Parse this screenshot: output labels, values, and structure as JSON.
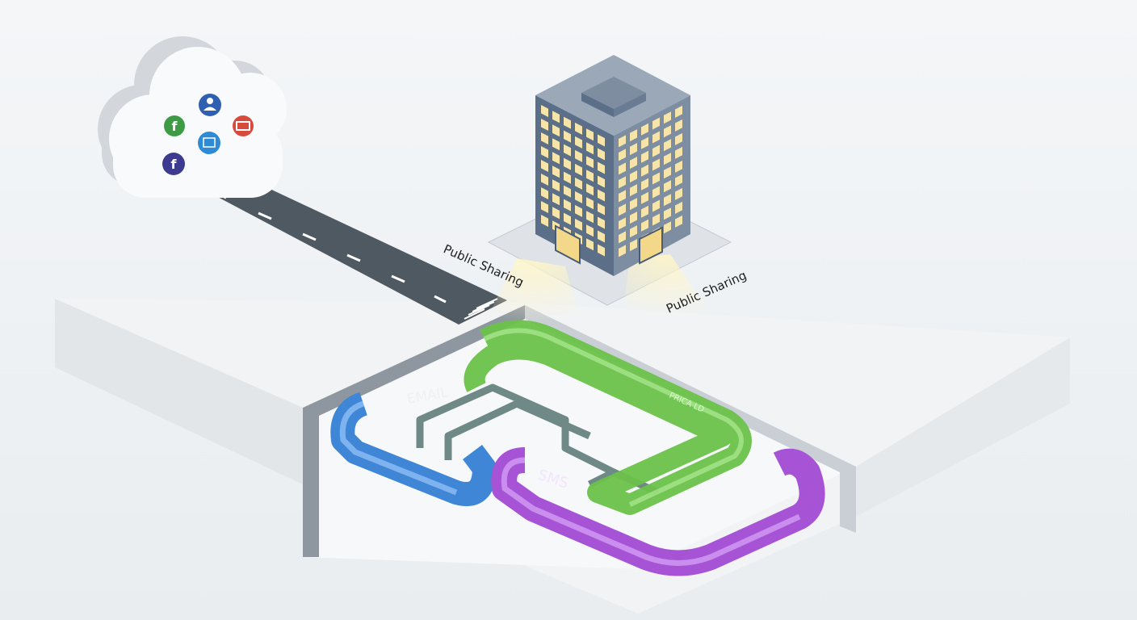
{
  "labels": {
    "public_sharing_left": "Public Sharing",
    "public_sharing_right": "Public Sharing",
    "email": "EMAIL",
    "sms": "SMS",
    "green_channel": "PRICA LD"
  },
  "cloud": {
    "icons": [
      "facebook-green-icon",
      "user-icon",
      "mail-icon",
      "screen-icon",
      "facebook-icon"
    ]
  },
  "colors": {
    "email_tube": "#3f86d6",
    "green_tube": "#6cc24a",
    "sms_tube": "#a653d6",
    "road": "#4f5961",
    "building": "#5b6f88",
    "window": "#f6e4a8",
    "icon_green": "#3d9b45",
    "icon_blue": "#2f5fb0",
    "icon_red": "#d84a3c",
    "icon_cyan": "#2f8ad6",
    "icon_purple": "#3d3b8f"
  }
}
